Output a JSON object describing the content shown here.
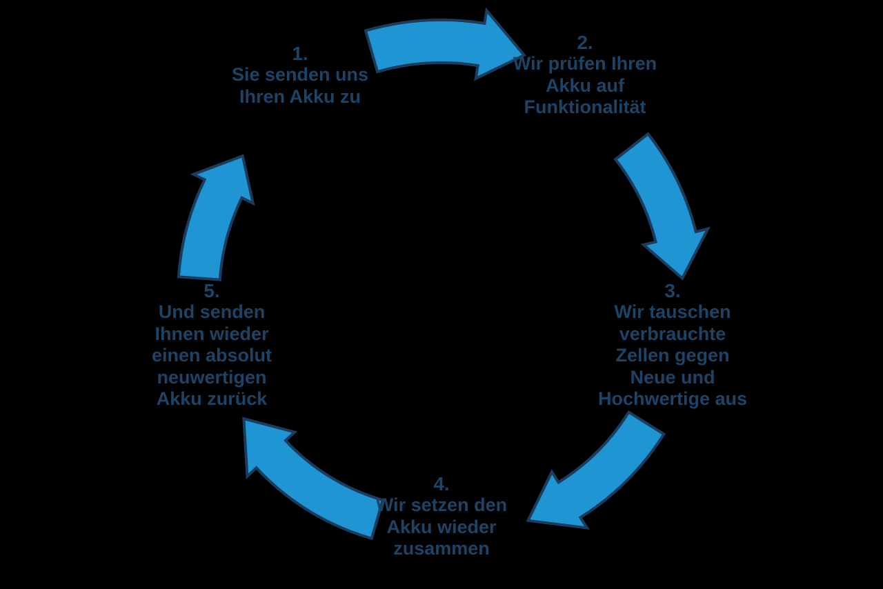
{
  "colors": {
    "background": "#000000",
    "arrow_fill": "#2095d3",
    "arrow_outline": "#1c3c5e",
    "text": "#1d4365"
  },
  "steps": [
    {
      "number": "1.",
      "lines": [
        "Sie senden uns",
        "Ihren Akku zu"
      ]
    },
    {
      "number": "2.",
      "lines": [
        "Wir prüfen Ihren",
        "Akku auf",
        "Funktionalität"
      ]
    },
    {
      "number": "3.",
      "lines": [
        "Wir tauschen",
        "verbrauchte",
        "Zellen gegen",
        "Neue und",
        "Hochwertige aus"
      ]
    },
    {
      "number": "4.",
      "lines": [
        "Wir setzen den",
        "Akku wieder",
        "zusammen"
      ]
    },
    {
      "number": "5.",
      "lines": [
        "Und senden",
        "Ihnen wieder",
        "einen absolut",
        "neuwertigen",
        "Akku zurück"
      ]
    }
  ],
  "arrows": [
    {
      "name": "curved-arrow-step1-to-step2"
    },
    {
      "name": "curved-arrow-step2-to-step3"
    },
    {
      "name": "curved-arrow-step3-to-step4"
    },
    {
      "name": "curved-arrow-step4-to-step5"
    },
    {
      "name": "curved-arrow-step5-to-step1"
    }
  ]
}
